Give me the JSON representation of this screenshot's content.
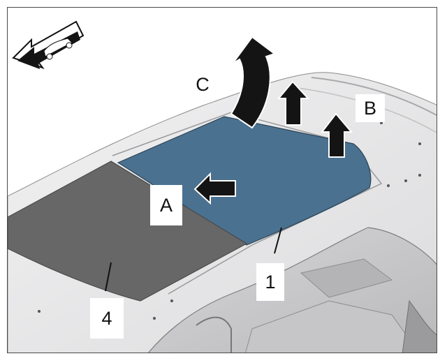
{
  "labels": {
    "a": "A",
    "b": "B",
    "c": "C",
    "one": "1",
    "four": "4"
  },
  "icons": {
    "direction": "front-direction-car-arrow-icon"
  },
  "colors": {
    "glass": "#4a7190",
    "panel": "#676767",
    "roof": "#e9e9ea",
    "arrow": "#141414"
  }
}
